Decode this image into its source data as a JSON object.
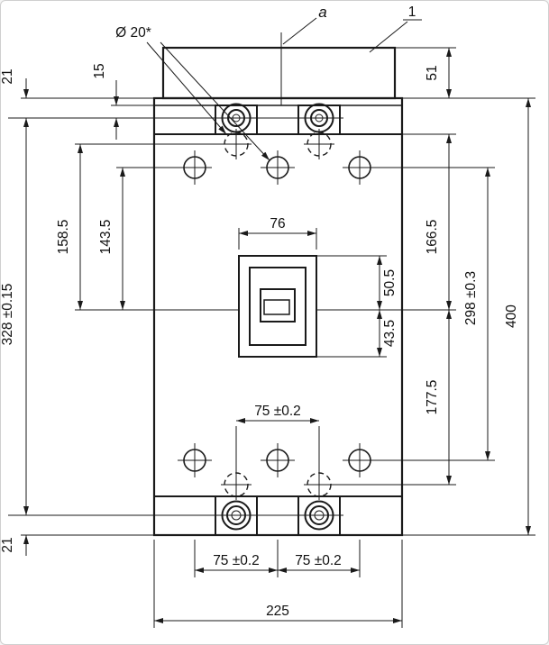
{
  "colors": {
    "ink": "#1a1a1a",
    "background": "#ffffff"
  },
  "callouts": {
    "hole_diameter": "Ø 20*",
    "view_label": "a",
    "part_number": "1"
  },
  "dimensions": {
    "top_edge_to_screw": "21",
    "cover_to_screw": "15",
    "cap_height": "51",
    "dashed_row_to_center": "158.5",
    "hole_row_to_center": "143.5",
    "screw_rows_spacing": "328 ±0.15",
    "window_width": "76",
    "strip_to_center": "166.5",
    "window_top_to_center": "50.5",
    "center_to_window_bottom": "43.5",
    "hole_rows_spacing": "298 ±0.3",
    "overall_height": "400",
    "center_to_bottom_row": "177.5",
    "bottom_screw_spacing": "75 ±0.2",
    "bottom_edge_to_screw": "21",
    "bottom_hole_pitch_left": "75 ±0.2",
    "bottom_hole_pitch_right": "75 ±0.2",
    "overall_width": "225"
  }
}
